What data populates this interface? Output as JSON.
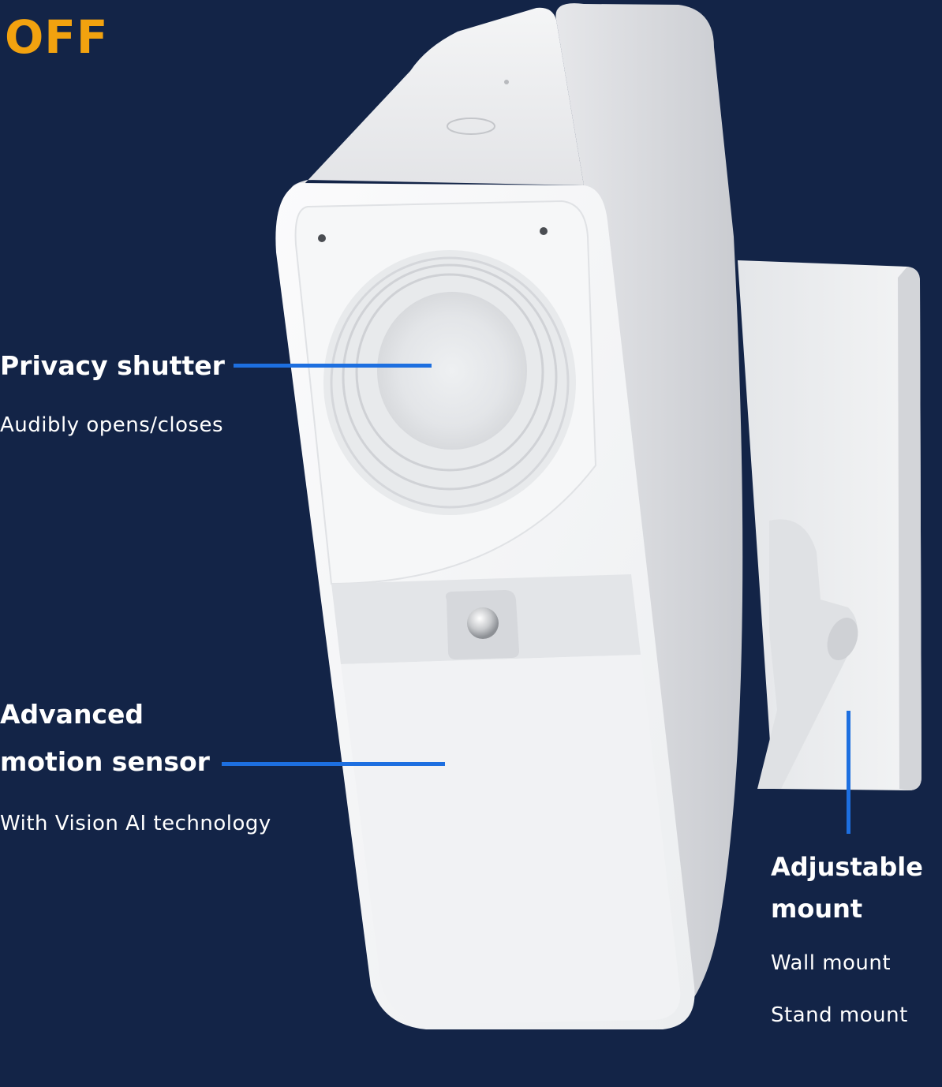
{
  "status": {
    "label": "OFF",
    "color": "#f2a20f"
  },
  "colors": {
    "background": "#132447",
    "leader_line": "#1d6fe0",
    "text": "#ffffff"
  },
  "callouts": {
    "privacy": {
      "title": "Privacy shutter",
      "description": "Audibly opens/closes"
    },
    "motion": {
      "title_line1": "Advanced",
      "title_line2": "motion sensor",
      "description": "With Vision AI technology"
    },
    "mount": {
      "title_line1": "Adjustable",
      "title_line2": "mount",
      "options": [
        "Wall mount",
        "Stand mount"
      ]
    }
  },
  "product_image": {
    "icon": "indoor-security-camera"
  }
}
